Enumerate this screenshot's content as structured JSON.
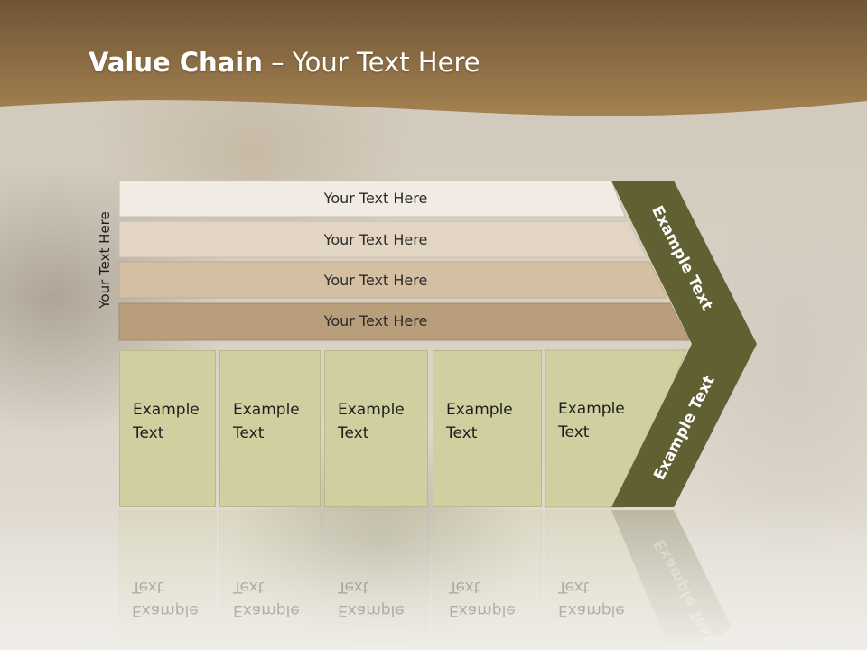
{
  "slide": {
    "title_bold": "Value Chain",
    "title_rest": " – Your Text Here",
    "vertical_label": "Your Text Here",
    "bands": [
      {
        "label": "Your Text Here",
        "fill": "#f2ebe4"
      },
      {
        "label": "Your Text Here",
        "fill": "#e3d5c3"
      },
      {
        "label": "Your Text Here",
        "fill": "#d4bfa3"
      },
      {
        "label": "Your Text Here",
        "fill": "#b99e7c"
      }
    ],
    "boxes": [
      {
        "label": "Example\nText"
      },
      {
        "label": "Example\nText"
      },
      {
        "label": "Example\nText"
      },
      {
        "label": "Example\nText"
      },
      {
        "label": "Example\nText"
      }
    ],
    "chevron_top_label": "Example Text",
    "chevron_bottom_label": "Example Text",
    "colors": {
      "header": "#8a6a44",
      "chevron": "#616033",
      "box_fill": "#cfcf9f"
    }
  }
}
